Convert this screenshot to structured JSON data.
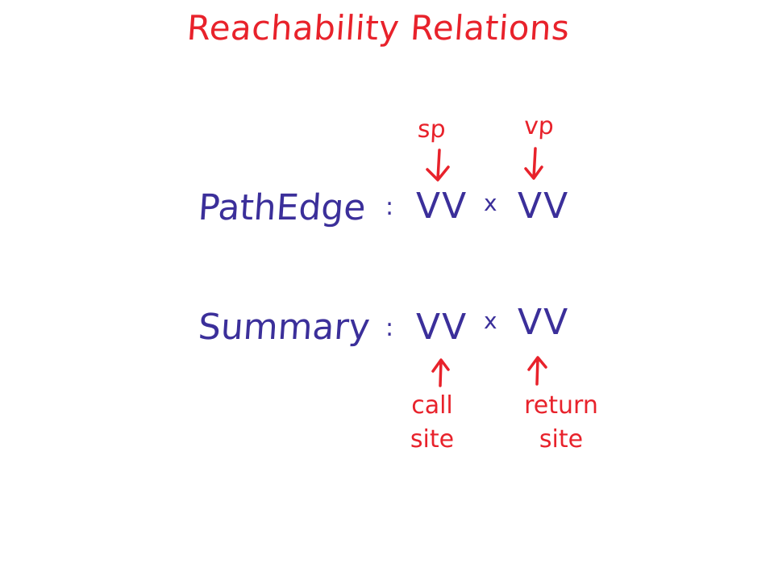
{
  "title": "Reachability Relations",
  "rows": [
    {
      "label": "PathEdge",
      "colon": ":",
      "left": "VV",
      "times": "x",
      "right": "VV"
    },
    {
      "label": "Summary",
      "colon": ":",
      "left": "VV",
      "times": "x",
      "right": "VV"
    }
  ],
  "annotations": {
    "top_left": "sp",
    "top_right": "vp",
    "bottom_left_line1": "call",
    "bottom_left_line2": "site",
    "bottom_right_line1": "return",
    "bottom_right_line2": "site"
  },
  "colors": {
    "ink_red": "#e8222b",
    "ink_blue": "#3b2f9a"
  }
}
